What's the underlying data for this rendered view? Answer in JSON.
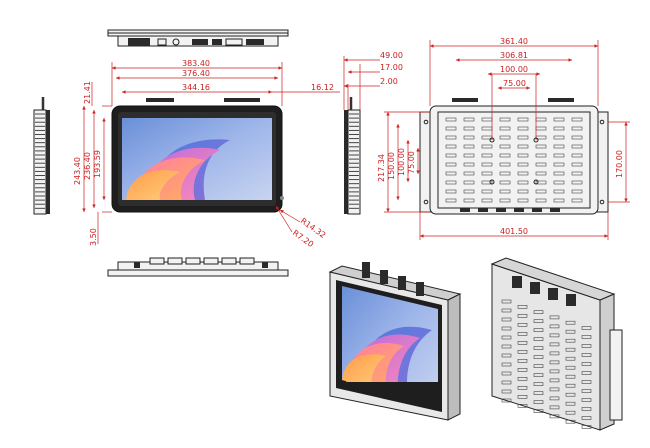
{
  "colors": {
    "dimension": "#cc2020",
    "outline": "#222222",
    "screen_bezel": "#1e1e1e"
  },
  "front_view": {
    "width_overall": "383.40",
    "width_mid": "376.40",
    "width_screen": "344.16",
    "right_offset": "16.12",
    "top_offset": "21.41",
    "height_overall": "243.40",
    "height_mid": "236.40",
    "height_screen": "193.59",
    "bottom_offset": "3.50",
    "radius_outer": "R14.32",
    "radius_inner": "R7.20"
  },
  "side_view": {
    "depth_overall": "49.00",
    "depth_mid": "17.00",
    "depth_small": "2.00"
  },
  "back_view": {
    "width_top_overall": "361.40",
    "width_top_mid": "306.81",
    "vesa_h_100": "100.00",
    "vesa_h_75": "75.00",
    "height_217": "217.34",
    "vesa_v_150": "150.00",
    "vesa_v_100": "100.00",
    "vesa_v_75": "75.00",
    "height_right": "170.00",
    "width_bottom": "401.50"
  }
}
